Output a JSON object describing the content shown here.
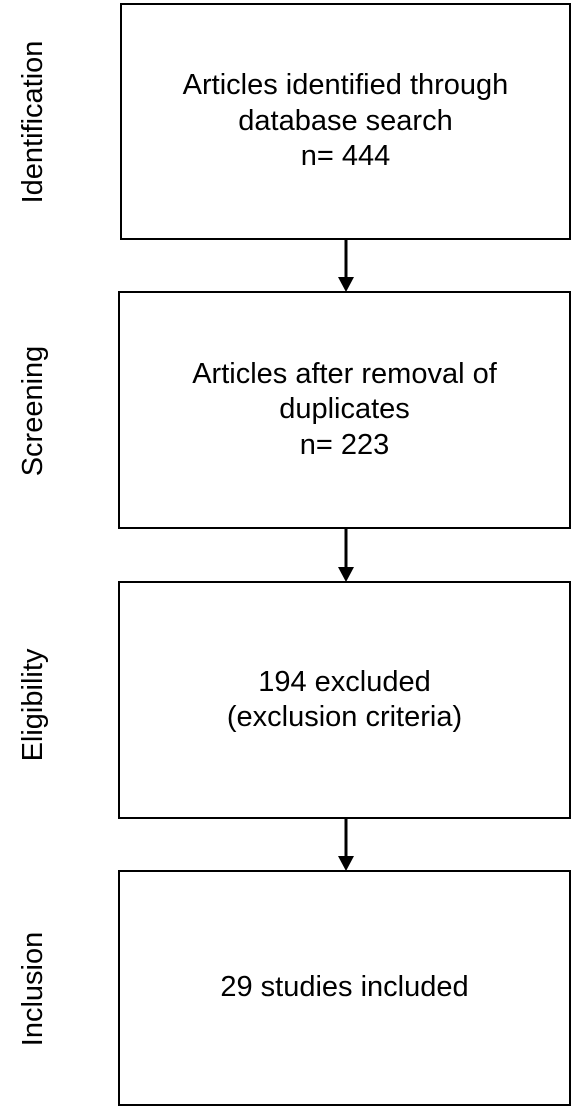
{
  "stages": {
    "identification": "Identification",
    "screening": "Screening",
    "eligibility": "Eligibility",
    "inclusion": "Inclusion"
  },
  "boxes": {
    "identification": {
      "line1": "Articles identified through",
      "line2": "database search",
      "line3": "n= 444"
    },
    "screening": {
      "line1": "Articles after removal of",
      "line2": "duplicates",
      "line3": "n= 223"
    },
    "eligibility": {
      "line1": "194 excluded",
      "line2": "(exclusion criteria)"
    },
    "inclusion": {
      "line1": "29 studies included"
    }
  },
  "colors": {
    "border": "#000000",
    "background": "#ffffff",
    "text": "#000000"
  }
}
